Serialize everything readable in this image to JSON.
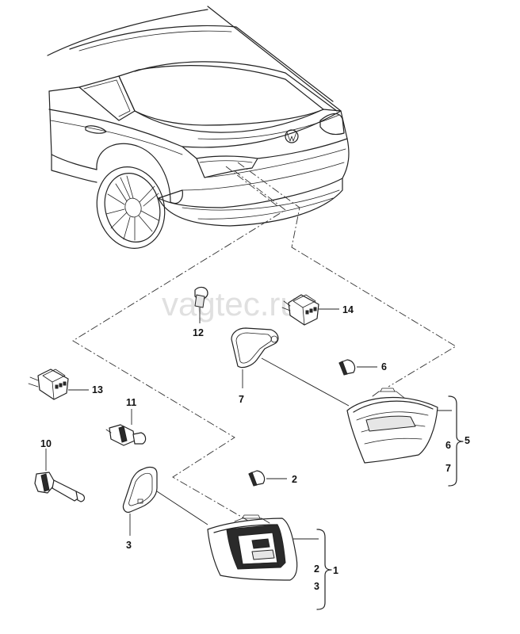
{
  "watermark": "vagtec.ru",
  "callouts": {
    "c1": "1",
    "c2a": "2",
    "c2b": "2",
    "c3a": "3",
    "c3b": "3",
    "c5": "5",
    "c6a": "6",
    "c6b": "6",
    "c7a": "7",
    "c7b": "7",
    "c10": "10",
    "c11": "11",
    "c12": "12",
    "c13": "13",
    "c14": "14"
  }
}
